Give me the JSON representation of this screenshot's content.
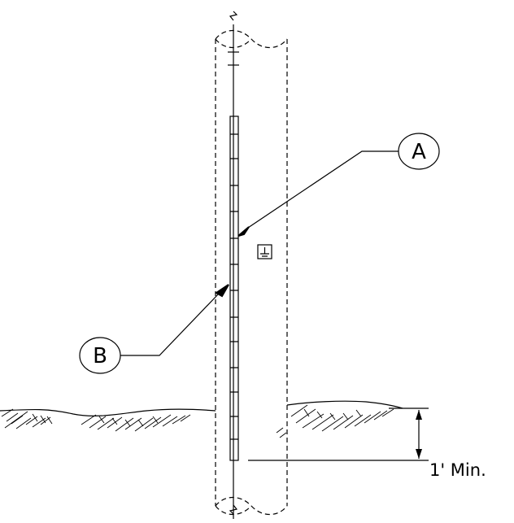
{
  "callouts": {
    "a": "A",
    "b": "B"
  },
  "dimension": {
    "label": "1' Min."
  },
  "icons": {
    "ground_symbol": "ground-symbol-icon",
    "callout_arrow": "arrowhead-icon"
  }
}
